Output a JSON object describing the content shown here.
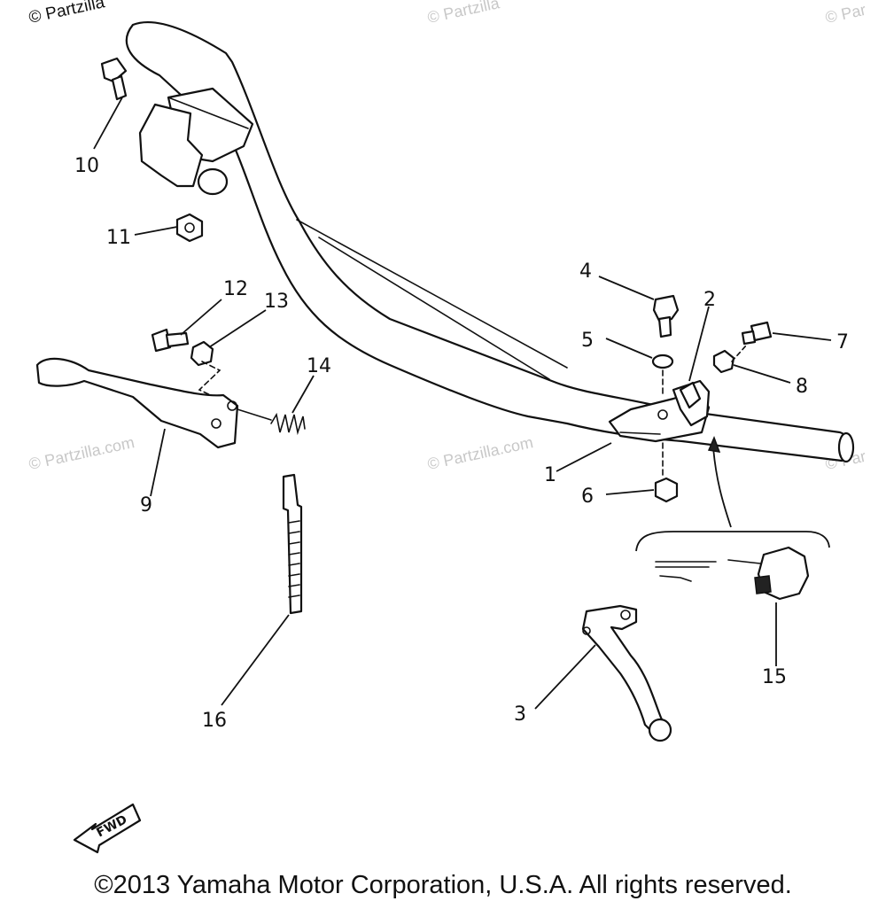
{
  "watermarks": {
    "top_left": "© Partzilla",
    "top_center": "© Partzilla",
    "top_right": "© Par",
    "mid_left": "© Partzilla.com",
    "mid_center": "© Partzilla.com",
    "mid_right": "© Par"
  },
  "callouts": {
    "c1": "1",
    "c2": "2",
    "c3": "3",
    "c4": "4",
    "c5": "5",
    "c6": "6",
    "c7": "7",
    "c8": "8",
    "c9": "9",
    "c10": "10",
    "c11": "11",
    "c12": "12",
    "c13": "13",
    "c14": "14",
    "c15": "15",
    "c16": "16"
  },
  "fwd_label": "FWD",
  "footer": {
    "copyright": "©2013 Yamaha Motor Corporation, U.S.A. All rights reserved."
  }
}
